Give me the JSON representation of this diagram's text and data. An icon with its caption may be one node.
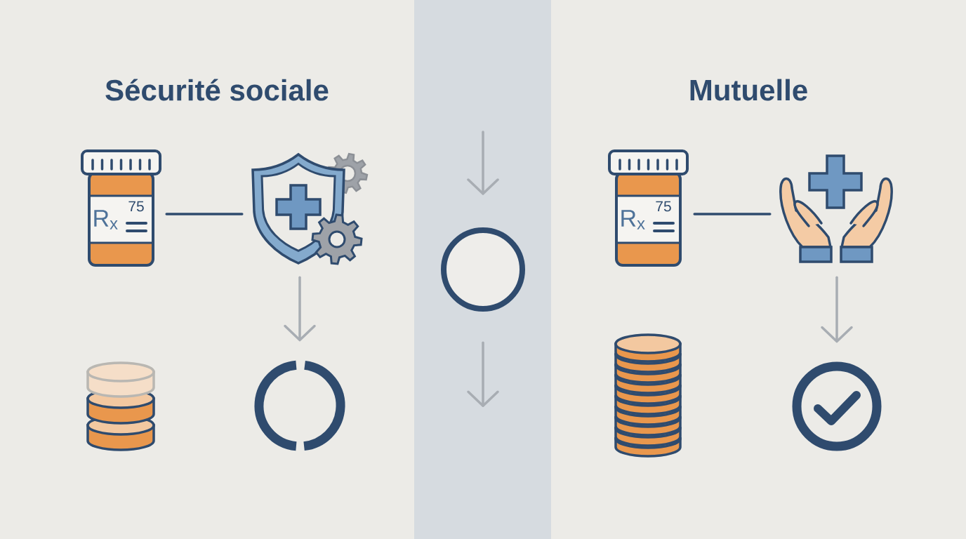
{
  "diagram": {
    "nodes": [
      {
        "text": [
          "R$_{x}$",
          "75"
        ]
      },
      {
        "text": [],
        "shape": "picture"
      },
      {
        "text": [],
        "shape": "picture"
      },
      {
        "text": [],
        "shape": "circle"
      },
      {
        "text": [],
        "shape": "circle"
      },
      {
        "text": [
          "R$_{x}$",
          "75"
        ]
      },
      {
        "text": [],
        "shape": "picture"
      },
      {
        "text": [],
        "shape": "picture"
      },
      {
        "text": [],
        "shape": "circle"
      }
    ],
    "edges": [
      {
        "from": 0,
        "to": 1,
        "arrow": "none",
        "color": "#2f4b6e"
      },
      {
        "from": 1,
        "to": 3,
        "arrow": "to"
      },
      {
        "from": null,
        "to": 4,
        "arrow": "to"
      },
      {
        "from": 4,
        "to": null,
        "arrow": "to"
      },
      {
        "from": 5,
        "to": 6,
        "arrow": "none",
        "color": "#2f4b6e"
      },
      {
        "from": 6,
        "to": 8,
        "arrow": "to"
      }
    ],
    "labels": [
      "Sécurité sociale",
      "Mutuelle"
    ]
  }
}
